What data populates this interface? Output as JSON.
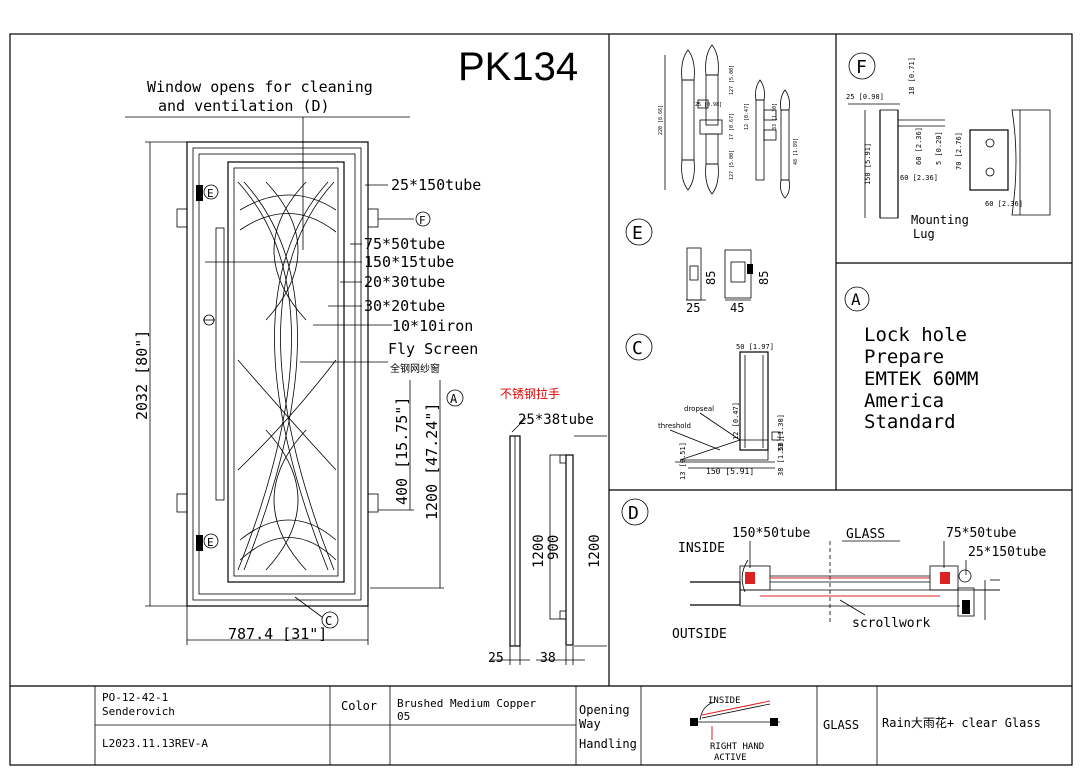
{
  "title": "PK134",
  "main_view": {
    "window_note": [
      "Window opens for cleaning",
      "and ventilation (D)"
    ],
    "callouts": [
      "25*150tube",
      "75*50tube",
      "150*15tube",
      "20*30tube",
      "30*20tube",
      "10*10iron",
      "Fly Screen",
      "全钢网纱窗"
    ],
    "marker_f": "F",
    "marker_e": "E",
    "marker_c": "C",
    "marker_a": "A",
    "height_dim": "2032 [80\"]",
    "width_dim": "787.4 [31\"]",
    "dim_400": "400 [15.75\"]",
    "dim_1200": "1200 [47.24\"]"
  },
  "handle_view": {
    "label_cn": "不锈钢拉手",
    "tube": "25*38tube",
    "dim_1200a": "1200",
    "dim_900": "900",
    "dim_1200b": "1200",
    "dim_25": "25",
    "dim_38": "38"
  },
  "hinge_detail": {
    "dims": [
      "220 [8.66]",
      "127 [5.00]",
      "25 [0.98]",
      "17 [0.67]",
      "12 [0.47]",
      "33 [1.30]",
      "127 [5.00]",
      "48 [1.89]"
    ]
  },
  "detail_e": {
    "letter": "E",
    "dims": [
      "85",
      "85",
      "25",
      "45"
    ]
  },
  "detail_c": {
    "letter": "C",
    "top_dim": "50 [1.97]",
    "dropseal": "dropseal",
    "threshold": "threshold",
    "dim_12": "12 [0.47]",
    "dim_33": "33 [1.30]",
    "dim_13": "13 [0.51]",
    "dim_150": "150 [5.91]",
    "dim_38": "38 [1.50]"
  },
  "detail_f": {
    "letter": "F",
    "dim_25": "25 [0.98]",
    "dim_18": "18 [0.71]",
    "dim_150": "150 [5.91]",
    "dim_60a": "60 [2.36]",
    "dim_5": "5 [0.20]",
    "dim_70": "70 [2.76]",
    "dim_60b": "60 [2.36]",
    "dim_60c": "60 [2.36]",
    "caption": [
      "Mounting",
      "Lug"
    ]
  },
  "detail_a": {
    "letter": "A",
    "lines": [
      "Lock hole",
      "Prepare",
      "EMTEK 60MM",
      "America",
      "Standard"
    ]
  },
  "detail_d": {
    "letter": "D",
    "inside": "INSIDE",
    "outside": "OUTSIDE",
    "tube150": "150*50tube",
    "glass": "GLASS",
    "tube75": "75*50tube",
    "tube25": "25*150tube",
    "scrollwork": "scrollwork"
  },
  "title_block": {
    "po": "PO-12-42-1",
    "customer": "Senderovich",
    "revision": "L2023.11.13REV-A",
    "color_label": "Color",
    "color_value": [
      "Brushed Medium Copper",
      "05"
    ],
    "opening_label": [
      "Opening",
      "Way",
      "Handling"
    ],
    "swing_inside": "INSIDE",
    "swing_label": [
      "RIGHT HAND",
      "ACTIVE"
    ],
    "glass_label": "GLASS",
    "glass_value": "Rain大雨花+ clear Glass"
  }
}
